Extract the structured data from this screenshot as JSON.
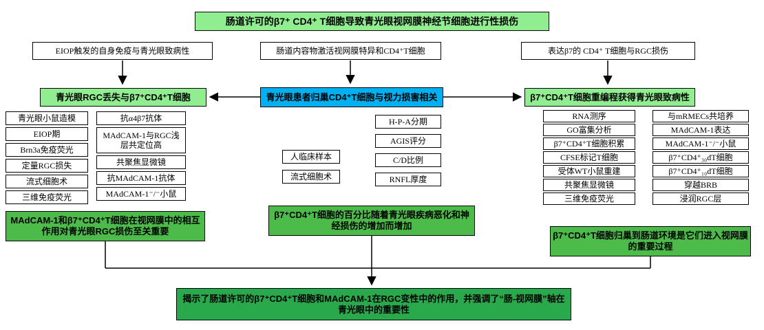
{
  "colors": {
    "light_green": "#90ee90",
    "blue": "#00b0f0",
    "mid_green": "#4cbb49",
    "dark_green": "#2aa84c",
    "border": "#000000"
  },
  "title": "肠道许可的β7⁺ CD4⁺ T细胞导致青光眼视网膜神经节细胞进行性损伤",
  "hypotheses": {
    "left": "EIOP触发的自身免疫与青光眼致病性",
    "center": "肠道内容物激活视网膜特异和CD4⁺T细胞",
    "right": "表达β7的 CD4⁺ T细胞与RGC损伤"
  },
  "hub": "青光眼患者归巢CD4⁺T细胞与视力损害相关",
  "left_branch": {
    "header": "青光眼RGC丢失与β7⁺CD4⁺T细胞",
    "col1": [
      "青光眼小鼠造模",
      "EIOP期",
      "Brn3a免疫荧光",
      "定量RGC损失",
      "流式细胞术",
      "三维免疫荧光"
    ],
    "col2": [
      "抗α4β7抗体",
      "MAdCAM-1与RGC浅层共定位高",
      "共聚焦显微镜",
      "抗MAdCAM-1抗体",
      "MAdCAM-1⁻/⁻小鼠"
    ],
    "summary": "MAdCAM-1和β7⁺CD4⁺T细胞在视网膜中的相互作用对青光眼RGC损伤至关重要"
  },
  "center_branch": {
    "col1": [
      "人临床样本",
      "流式细胞术"
    ],
    "col2": [
      "H-P-A分期",
      "AGIS评分",
      "C/D比例",
      "RNFL厚度"
    ],
    "summary": "β7⁺CD4⁺T细胞的百分比随着青光眼疾病恶化和神经损伤的增加而增加"
  },
  "right_branch": {
    "header": "β7⁺CD4⁺T细胞重编程获得青光眼致病性",
    "col1": [
      "RNA测序",
      "GO富集分析",
      "β7⁺CD4⁺T细胞积累",
      "CFSE标记T细胞",
      "受体WT小鼠重建",
      "共聚焦显微镜",
      "三维免疫荧光"
    ],
    "col2": [
      "与mRMECs共培养",
      "MAdCAM-1表达",
      "MAdCAM-1⁻/⁻小鼠",
      "β7⁺CD4⁺₃₀dT细胞",
      "β7⁺CD4⁺₁₀dT细胞",
      "穿越BRB",
      "浸润RGC层"
    ],
    "summary": "β7⁺CD4⁺T细胞归巢到肠道环境是它们进入视网膜的重要过程"
  },
  "conclusion": "揭示了肠道许可的β7⁺CD4⁺T细胞和MAdCAM-1在RGC变性中的作用，并强调了“肠-视网膜”轴在青光眼中的重要性"
}
